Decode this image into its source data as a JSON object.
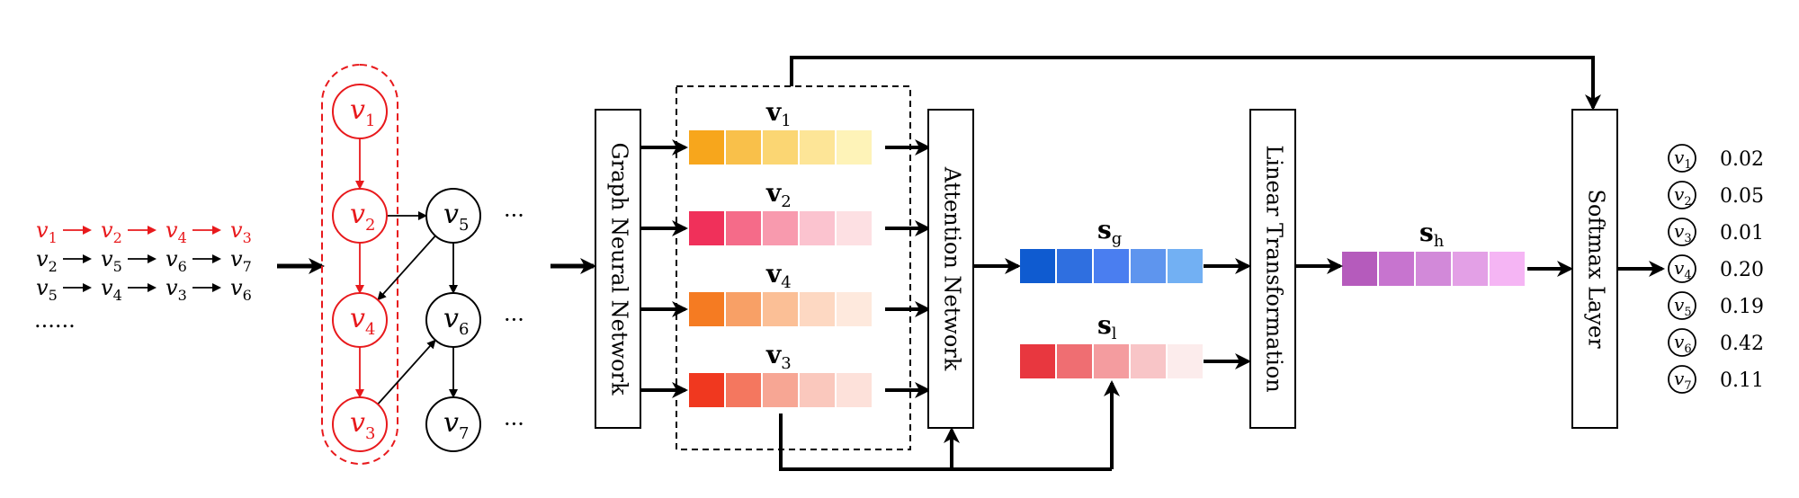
{
  "colors": {
    "highlight": "#e8191c",
    "black": "#000000",
    "v1": [
      "#f7a61c",
      "#f9c04a",
      "#fbd673",
      "#fde597",
      "#fef3b8"
    ],
    "v2": [
      "#f0305a",
      "#f56b89",
      "#f89aae",
      "#fbc3cf",
      "#fde0e3"
    ],
    "v4": [
      "#f57b22",
      "#f8a066",
      "#fbbf96",
      "#fdd8c2",
      "#fee9dd"
    ],
    "v3": [
      "#f0381f",
      "#f4775f",
      "#f7a694",
      "#fac8bd",
      "#fde1da"
    ],
    "sg": [
      "#0f5bd0",
      "#2f6fe0",
      "#4a7ef0",
      "#5e95ee",
      "#72b0f3"
    ],
    "sl": [
      "#e8373f",
      "#ef6e72",
      "#f49c9f",
      "#f8c5c7",
      "#fcecec"
    ],
    "sh": [
      "#b55bbc",
      "#c774cf",
      "#d289d9",
      "#e3a0e6",
      "#f5b5f4"
    ]
  },
  "sessions": [
    [
      "v1",
      "v2",
      "v4",
      "v3"
    ],
    [
      "v2",
      "v5",
      "v6",
      "v7"
    ],
    [
      "v5",
      "v4",
      "v3",
      "v6"
    ]
  ],
  "ellipsis_text": "......",
  "graph": {
    "nodes": [
      "v1",
      "v2",
      "v4",
      "v3",
      "v5",
      "v6",
      "v7"
    ],
    "dots": "···"
  },
  "blocks": {
    "gnn": "Graph Neural Network",
    "attention": "Attention Network",
    "linear": "Linear Transformation",
    "softmax": "Softmax Layer"
  },
  "vectors": {
    "v1": {
      "base": "v",
      "sub": "1"
    },
    "v2": {
      "base": "v",
      "sub": "2"
    },
    "v4": {
      "base": "v",
      "sub": "4"
    },
    "v3": {
      "base": "v",
      "sub": "3"
    },
    "sg": {
      "base": "s",
      "sub": "g"
    },
    "sl": {
      "base": "s",
      "sub": "l"
    },
    "sh": {
      "base": "s",
      "sub": "h"
    }
  },
  "output_scores": [
    {
      "node": "v1",
      "score": "0.02"
    },
    {
      "node": "v2",
      "score": "0.05"
    },
    {
      "node": "v3",
      "score": "0.01"
    },
    {
      "node": "v4",
      "score": "0.20"
    },
    {
      "node": "v5",
      "score": "0.19"
    },
    {
      "node": "v6",
      "score": "0.42"
    },
    {
      "node": "v7",
      "score": "0.11"
    }
  ]
}
